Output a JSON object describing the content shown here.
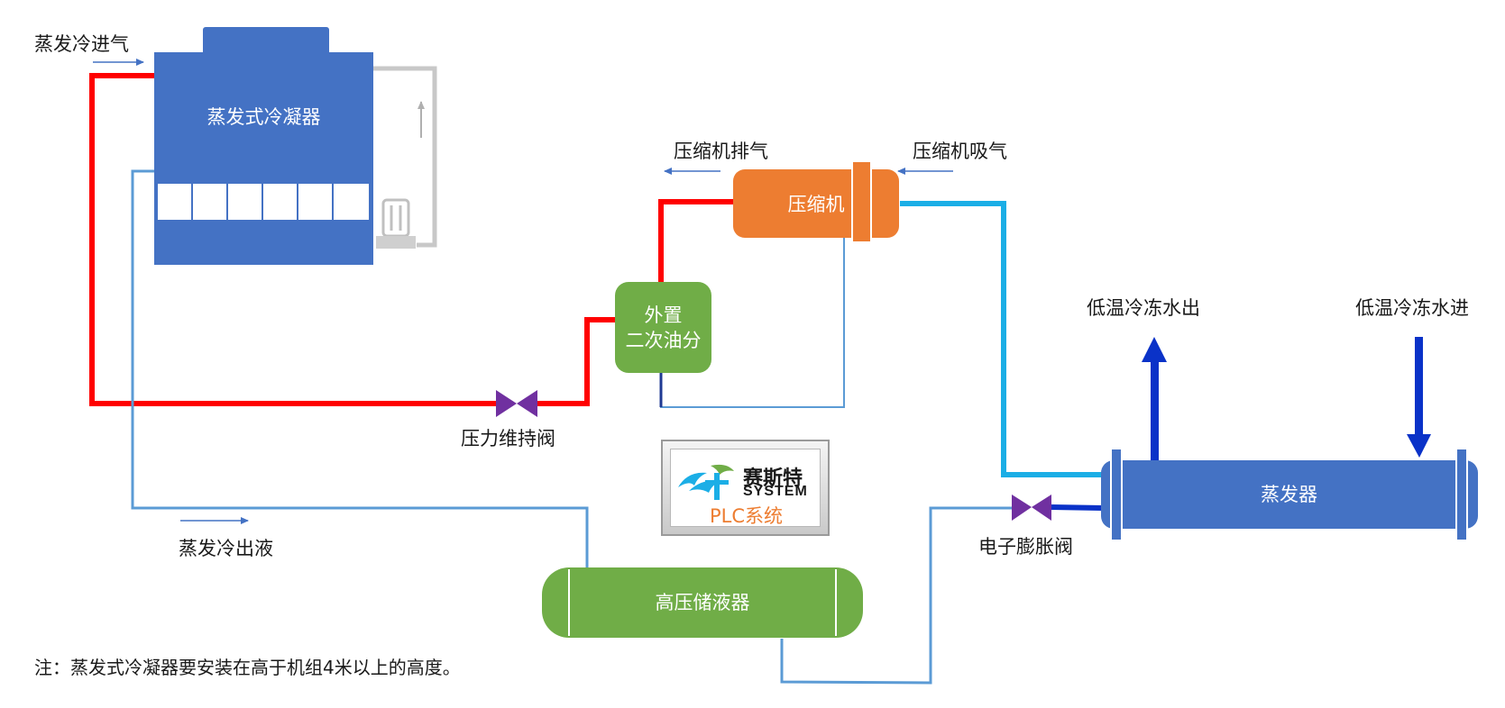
{
  "labels": {
    "evap_cond_in": "蒸发冷进气",
    "evap_cond_out": "蒸发冷出液",
    "compressor_discharge": "压缩机排气",
    "compressor_suction": "压缩机吸气",
    "pressure_valve": "压力维持阀",
    "chilled_water_out": "低温冷冻水出",
    "chilled_water_in": "低温冷冻水进",
    "expansion_valve": "电子膨胀阀"
  },
  "components": {
    "condenser": "蒸发式冷凝器",
    "compressor": "压缩机",
    "oil_separator_line1": "外置",
    "oil_separator_line2": "二次油分",
    "receiver": "高压储液器",
    "evaporator": "蒸发器"
  },
  "logo": {
    "cn": "赛斯特",
    "en": "SYSTEM",
    "plc": "PLC系统"
  },
  "note": "注：蒸发式冷凝器要安装在高于机组4米以上的高度。",
  "colors": {
    "hot_gas": "#FF0000",
    "suction": "#1BAEE6",
    "liquid": "#5B9BD5",
    "water": "#0A32C8",
    "blue_box": "#4472C4",
    "orange_box": "#ED7D31",
    "green_box": "#70AD47",
    "valve": "#7030A0"
  }
}
